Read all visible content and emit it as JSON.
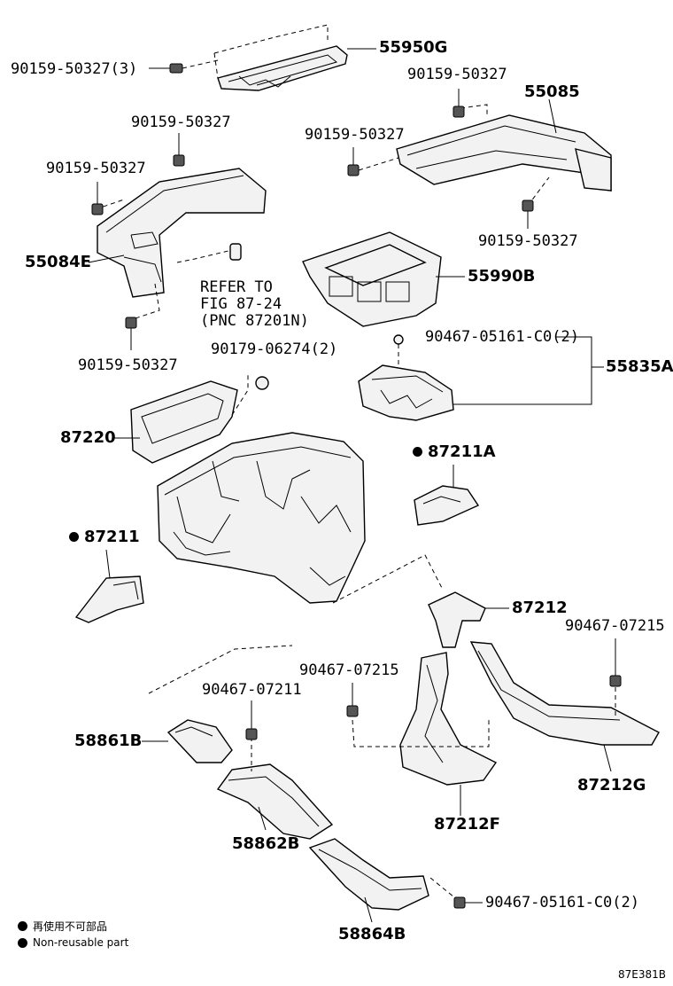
{
  "labels": {
    "p55950g": "55950G",
    "bolt_a": "90159-50327(3)",
    "bolt_b": "90159-50327",
    "p55085": "55085",
    "bolt_c": "90159-50327",
    "bolt_d": "90159-50327",
    "bolt_e": "90159-50327",
    "bolt_f": "90159-50327",
    "p55084e": "55084E",
    "refer_1": "REFER TO",
    "refer_2": "FIG 87-24",
    "refer_3": "(PNC 87201N)",
    "p55990b": "55990B",
    "bolt_g": "90159-50327",
    "clip_a": "90467-05161-C0(2)",
    "p55835a": "55835A",
    "nut_a": "90179-06274(2)",
    "p87220": "87220",
    "p87211a": "87211A",
    "p87211": "87211",
    "p87212": "87212",
    "clip_b": "90467-07215",
    "clip_c": "90467-07215",
    "clip_d": "90467-07211",
    "p58861b": "58861B",
    "p87212g": "87212G",
    "p58862b": "58862B",
    "p87212f": "87212F",
    "clip_e": "90467-05161-C0(2)",
    "p58864b": "58864B"
  },
  "legend": {
    "jp": "再使用不可部品",
    "en": "Non-reusable part"
  },
  "figure_code": "87E381B"
}
